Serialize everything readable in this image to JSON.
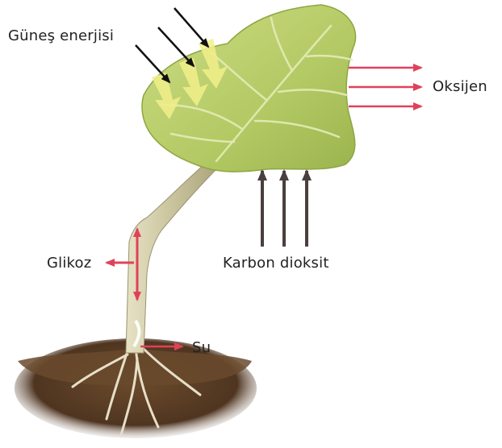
{
  "labels": {
    "sun": "Güneş enerjisi",
    "oxygen": "Oksijen",
    "co2": "Karbon dioksit",
    "glucose": "Glikoz",
    "water": "Su"
  },
  "colors": {
    "leaf": "#b9cf6a",
    "leaf_dark": "#8fa944",
    "stem": "#c8c29a",
    "soil": "#5a3d24",
    "red_arrow": "#e0415a",
    "dark_arrow": "#4a3f3f",
    "light_ray": "#f2f08a"
  }
}
